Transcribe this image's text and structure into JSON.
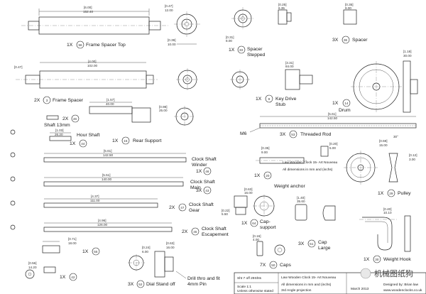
{
  "parts": {
    "frame_spacer_top": {
      "qty": "1X",
      "num": "56",
      "name": "Frame Spacer Top"
    },
    "spacer_stepped": {
      "qty": "1X",
      "num": "33",
      "name1": "Spacer",
      "name2": "Stepped"
    },
    "spacer": {
      "qty": "3X",
      "num": "36",
      "name": "Spacer"
    },
    "frame_spacer": {
      "qty": "2X",
      "num": "3",
      "name": "Frame Spacer"
    },
    "key_drive_stub": {
      "qty": "1X",
      "num": "9",
      "name1": "Key Drive",
      "name2": "Stub"
    },
    "drum": {
      "qty": "1X",
      "num": "14",
      "name": "Drum"
    },
    "shaft_13mm": {
      "qty": "2X",
      "num": "46",
      "name": "Shaft 13mm"
    },
    "hour_shaft": {
      "qty": "1X",
      "num": "44",
      "name": "Hour Shaft"
    },
    "rear_support": {
      "qty": "1X",
      "num": "15",
      "name": "Rear Support"
    },
    "threaded_rod": {
      "qty": "3X",
      "num": "53",
      "name": "Threaded Rod",
      "callout": "M6"
    },
    "clock_shaft_winder": {
      "qty": "1X",
      "num": "46",
      "name1": "Clock Shaft",
      "name2": "Winder"
    },
    "clock_shaft_main": {
      "qty": "3X",
      "num": "43",
      "name1": "Clock Shaft",
      "name2": "Main"
    },
    "clock_shaft_gear": {
      "qty": "2X",
      "num": "47",
      "name1": "Clock Shaft",
      "name2": "Gear"
    },
    "clock_shaft_escapement": {
      "qty": "2X",
      "num": "45",
      "name1": "Clock Shaft",
      "name2": "Escapement"
    },
    "weight_anchor": {
      "qty": "1X",
      "num": "20",
      "name": "Weight anchor"
    },
    "pulley": {
      "qty": "1X",
      "num": "29",
      "name": "Pulley"
    },
    "cap_support": {
      "qty": "1X",
      "num": "64",
      "name1": "Cap-",
      "name2": "support"
    },
    "cap_large": {
      "qty": "3X",
      "num": "51",
      "name1": "Cap",
      "name2": "Large"
    },
    "caps": {
      "qty": "7X",
      "num": "50",
      "name": "Caps"
    },
    "weight_hook": {
      "qty": "1X",
      "num": "30",
      "name": "Weight Hook"
    },
    "part_55": {
      "qty": "1X",
      "num": "55"
    },
    "part_42": {
      "qty": "1X",
      "num": "42"
    },
    "dial_stand_off": {
      "qty": "3X",
      "num": "52",
      "name": "Dial Stand off"
    },
    "drill_note": {
      "line1": "Drill thro and fit",
      "line2": "4mm Pin"
    }
  },
  "dims": {
    "d1": "[6.00]",
    "d2": "152.40",
    "d3": "[4.00]",
    "d4": "102.00",
    "d5": "[1.57]",
    "d6": "40.00",
    "d7": "[1.03]",
    "d8": "26.20",
    "d9": "[5.61]",
    "d10": "142.50",
    "d11": "[5.51]",
    "d12": "140.00",
    "d13": "[4.37]",
    "d14": "111.00",
    "d15": "[4.96]",
    "d16": "126.00",
    "d17": "[0.71]",
    "d18": "18.00",
    "d19": "[0.56]",
    "d20": "14.20",
    "d21": "[0.35]",
    "d22": "9.00",
    "d23": "[0.24]",
    "d24": "6.00",
    "d25": "[0.63]",
    "d26": "16.00",
    "d27": "[1.40]",
    "d28": "35.60",
    "d29": "[0.47]",
    "d30": "12.00",
    "d31": "[0.39]",
    "d32": "10.00",
    "d33": "[0.31]",
    "d34": "8.00",
    "d35": "[0.25]",
    "d36": "6.35",
    "d37": "[3.31]",
    "d38": "84.00",
    "d39": "[0.98]",
    "d40": "25.00",
    "d41": "[0.59]",
    "d42": "15.00",
    "d43": "[0.20]",
    "d44": "5.00",
    "d45": "[0.12]",
    "d46": "3.00",
    "d47": "[1.18]",
    "d48": "30.00",
    "angle": "30°",
    "d49": "[0.22]",
    "d50": "5.50",
    "d51": "[0.16]",
    "d52": "4.00",
    "d53": "[0.40]",
    "d54": "10.10"
  },
  "title_block": {
    "sheet": "Sht 7 off 29Shts",
    "scale": "Scale 1:1",
    "tolerance": "Unless otherwise stated",
    "project": "Law Wooden Clock 15- Art Nouveau",
    "units": "All dimensions in mm and (inchs)",
    "projection": "3rd Angle projection",
    "date": "March 2013",
    "designer": "Designed by: Brian law",
    "website": "www.woodenclocks.co.uk"
  },
  "watermark": "机械图纸狗"
}
